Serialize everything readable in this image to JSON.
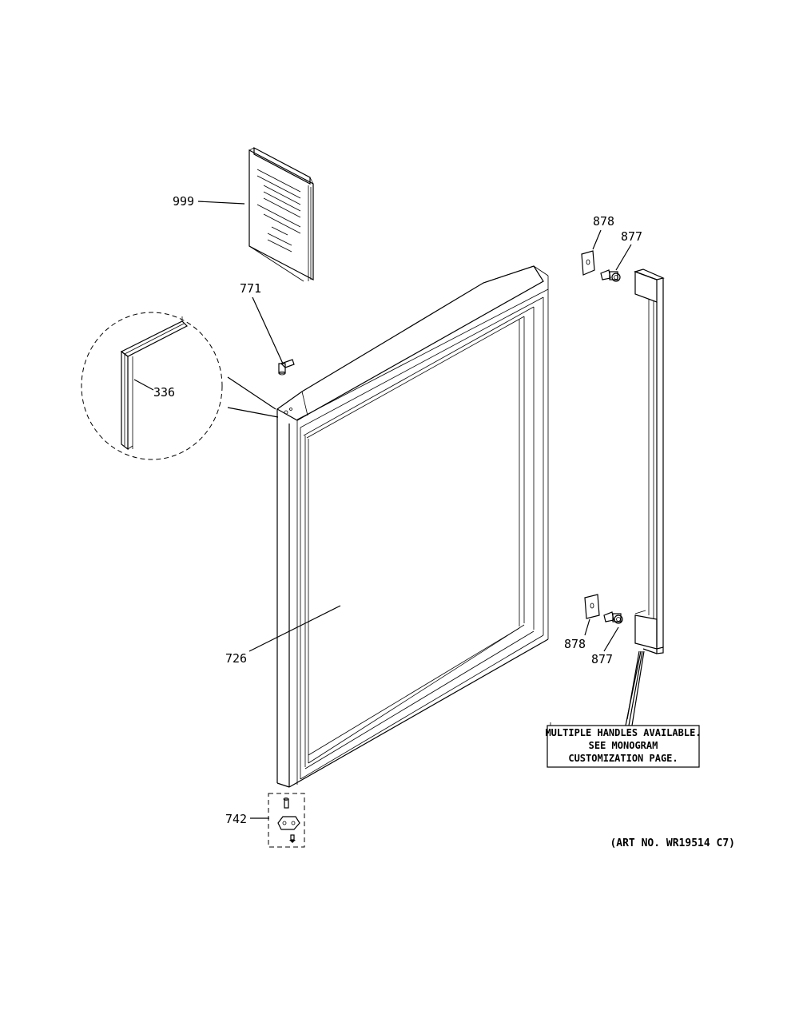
{
  "callouts": {
    "manual": "999",
    "hinge_pin": "771",
    "gasket": "336",
    "door_panel": "726",
    "bottom_hinge": "742",
    "bracket_top": "878",
    "screw_top": "877",
    "bracket_bottom": "878",
    "screw_bottom": "877"
  },
  "note": {
    "line1": "MULTIPLE HANDLES AVAILABLE.",
    "line2": "SEE MONOGRAM",
    "line3": "CUSTOMIZATION PAGE."
  },
  "art_number": "(ART NO. WR19514 C7)"
}
